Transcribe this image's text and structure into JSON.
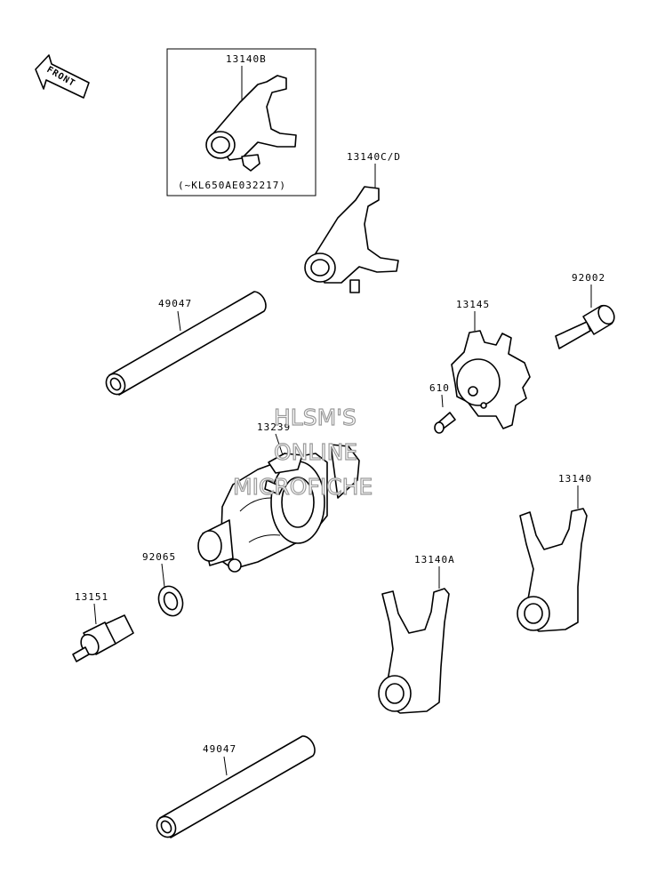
{
  "front_label": "FRONT",
  "callouts": {
    "part_13140B": "13140B",
    "serial_note": "(~KL650AE032217)",
    "part_13140CD": "13140C/D",
    "part_92002": "92002",
    "part_13145": "13145",
    "part_49047_top": "49047",
    "part_610": "610",
    "part_13239": "13239",
    "part_13140": "13140",
    "part_92065": "92065",
    "part_13140A": "13140A",
    "part_13151": "13151",
    "part_49047_bottom": "49047"
  },
  "watermark": {
    "line1": "HLSM'S",
    "line2": "ONLINE",
    "line3": "MICROFICHE"
  }
}
